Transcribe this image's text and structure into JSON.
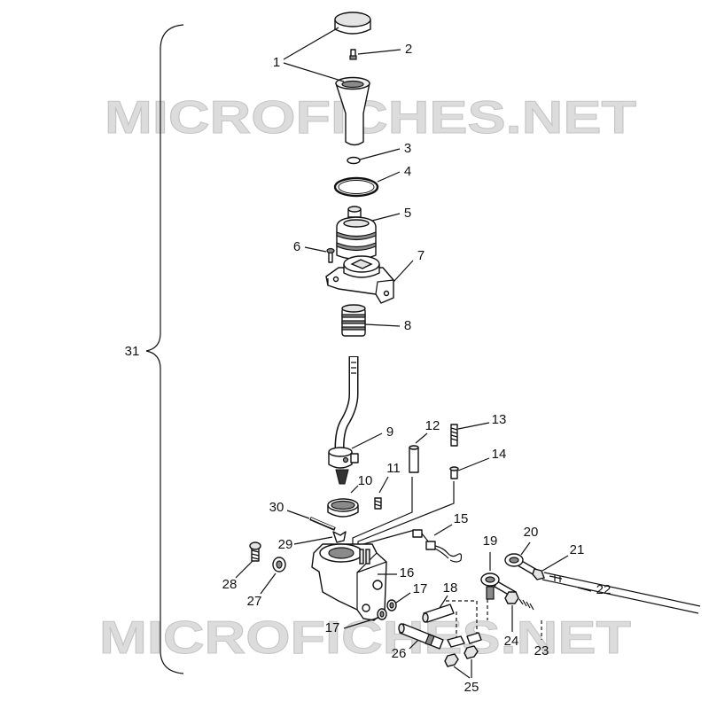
{
  "watermark": "MICROFICHES.NET",
  "callouts": {
    "n1": "1",
    "n2": "2",
    "n3": "3",
    "n4": "4",
    "n5": "5",
    "n6": "6",
    "n7": "7",
    "n8": "8",
    "n9": "9",
    "n10": "10",
    "n11": "11",
    "n12": "12",
    "n13": "13",
    "n14": "14",
    "n15": "15",
    "n16": "16",
    "n17a": "17",
    "n17b": "17",
    "n18": "18",
    "n19": "19",
    "n20": "20",
    "n21": "21",
    "n22": "22",
    "n23": "23",
    "n24": "24",
    "n25": "25",
    "n26": "26",
    "n27": "27",
    "n28": "28",
    "n29": "29",
    "n30": "30",
    "n31": "31"
  }
}
